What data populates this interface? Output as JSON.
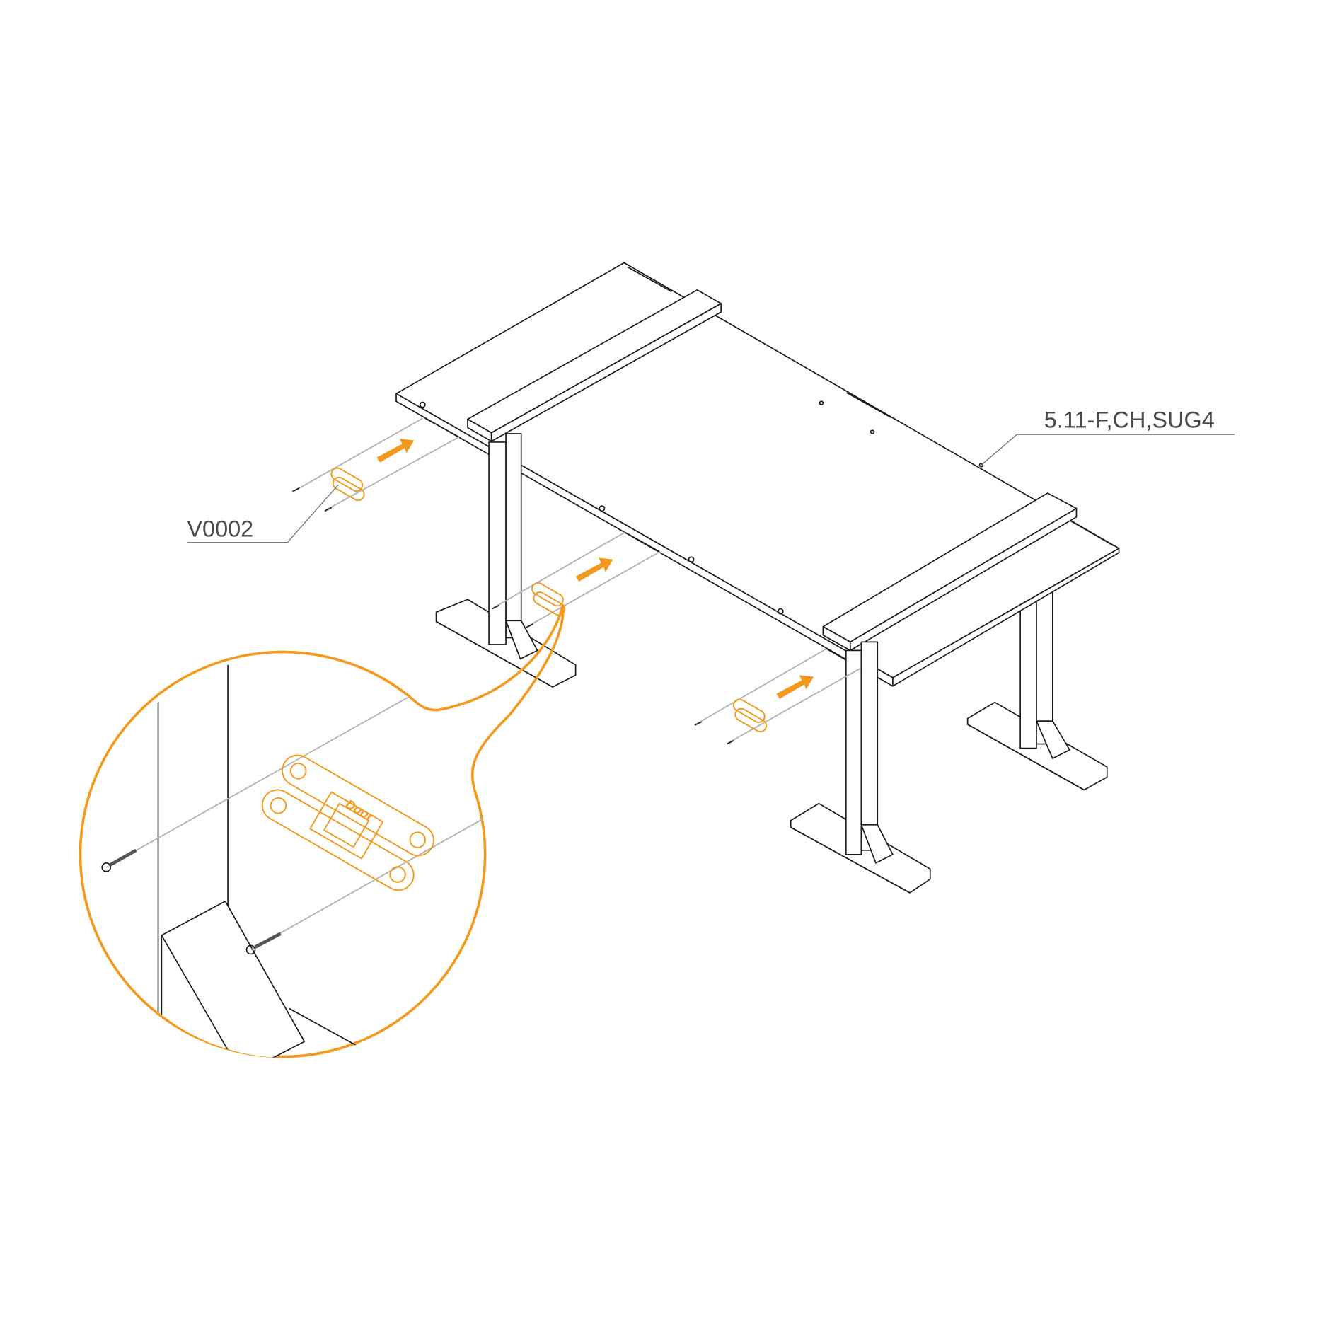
{
  "labels": {
    "hinge_part": "V0002",
    "tabletop_part": "5.11-F,CH,SUG4",
    "hinge_engraving": "Door"
  },
  "colors": {
    "accent": "#f39a1e",
    "line": "#1a1a1a",
    "guide": "#b5b5b5"
  },
  "icons": [
    "arrow-icon",
    "hinge-icon",
    "screw-icon",
    "magnifier-callout-icon"
  ]
}
